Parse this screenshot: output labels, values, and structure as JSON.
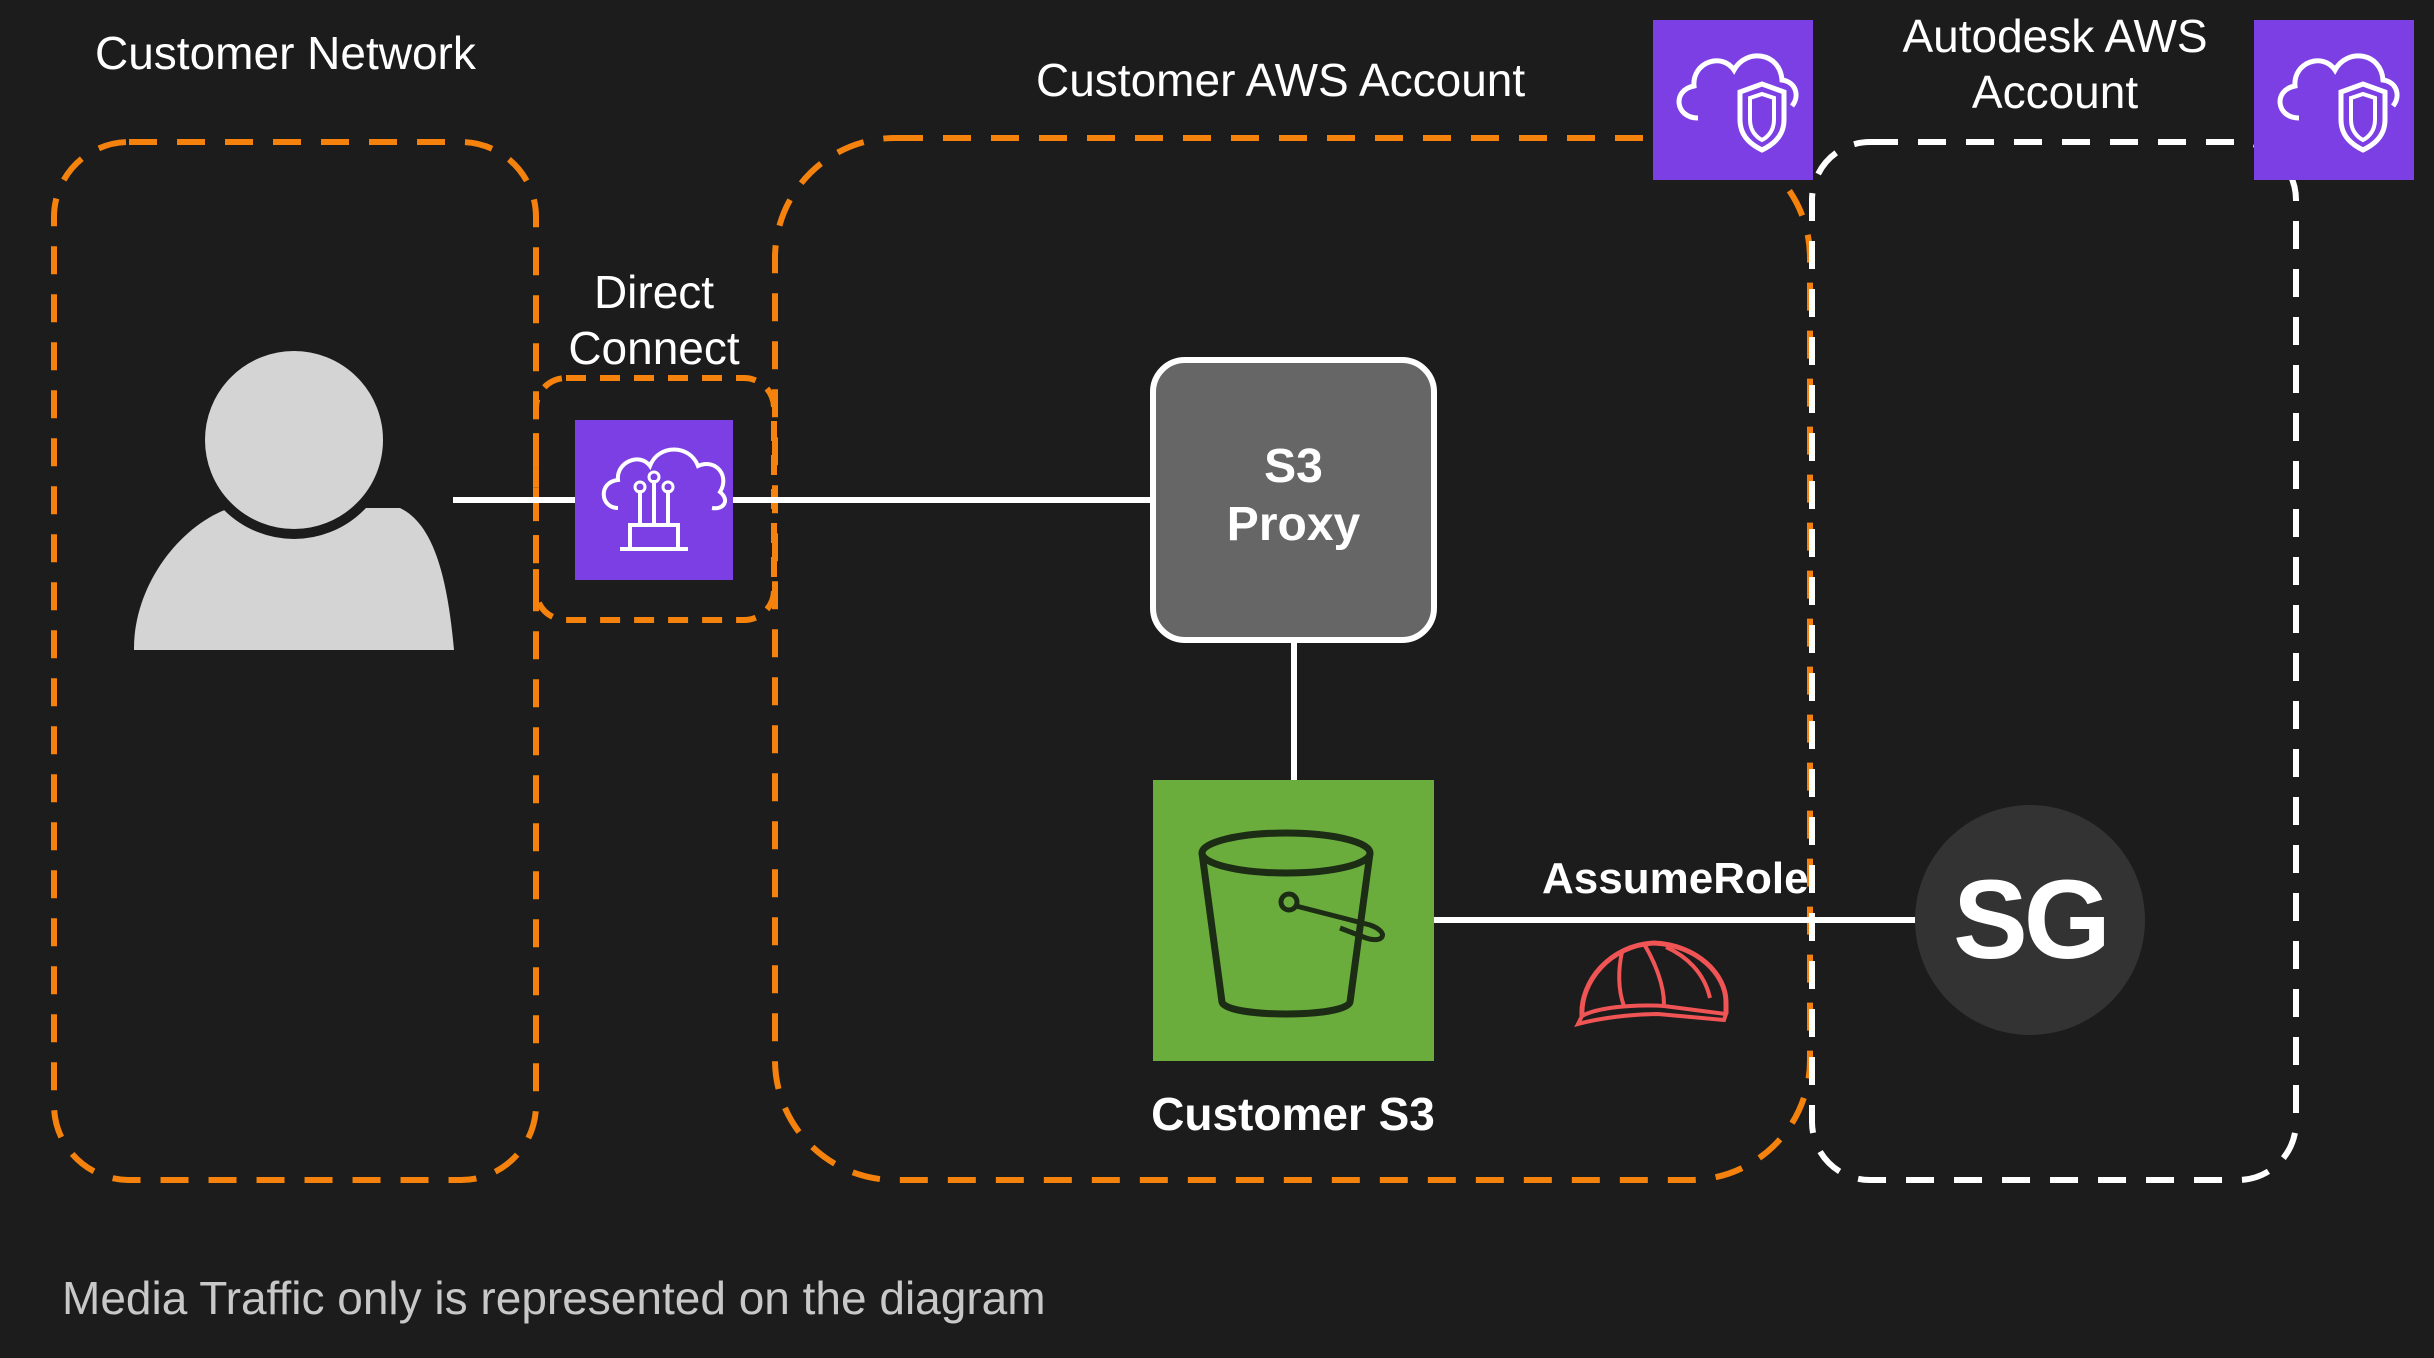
{
  "diagram": {
    "regions": {
      "customer_network": {
        "label": "Customer Network"
      },
      "customer_aws": {
        "label": "Customer AWS Account"
      },
      "autodesk_aws": {
        "label_line1": "Autodesk AWS",
        "label_line2": "Account"
      },
      "direct_connect": {
        "label_line1": "Direct",
        "label_line2": "Connect"
      }
    },
    "nodes": {
      "user": {
        "icon": "user-icon"
      },
      "direct_connect": {
        "icon": "direct-connect-icon",
        "color": "#7b3fe4"
      },
      "s3_proxy": {
        "label_line1": "S3",
        "label_line2": "Proxy",
        "color": "#666666"
      },
      "customer_s3": {
        "label": "Customer S3",
        "icon": "s3-bucket-icon",
        "color": "#6aad3d"
      },
      "shotgrid": {
        "label": "SG"
      },
      "aws_account_badge": {
        "icon": "cloud-shield-icon",
        "color": "#7b3fe4"
      }
    },
    "edges": {
      "assume_role": {
        "label": "AssumeRole",
        "icon": "iam-role-helmet-icon",
        "icon_color": "#f05454"
      }
    },
    "colors": {
      "customer_border": "#f5820d",
      "autodesk_border": "#ffffff",
      "background": "#1c1c1c"
    },
    "footnote": "Media Traffic only is represented on the diagram"
  }
}
